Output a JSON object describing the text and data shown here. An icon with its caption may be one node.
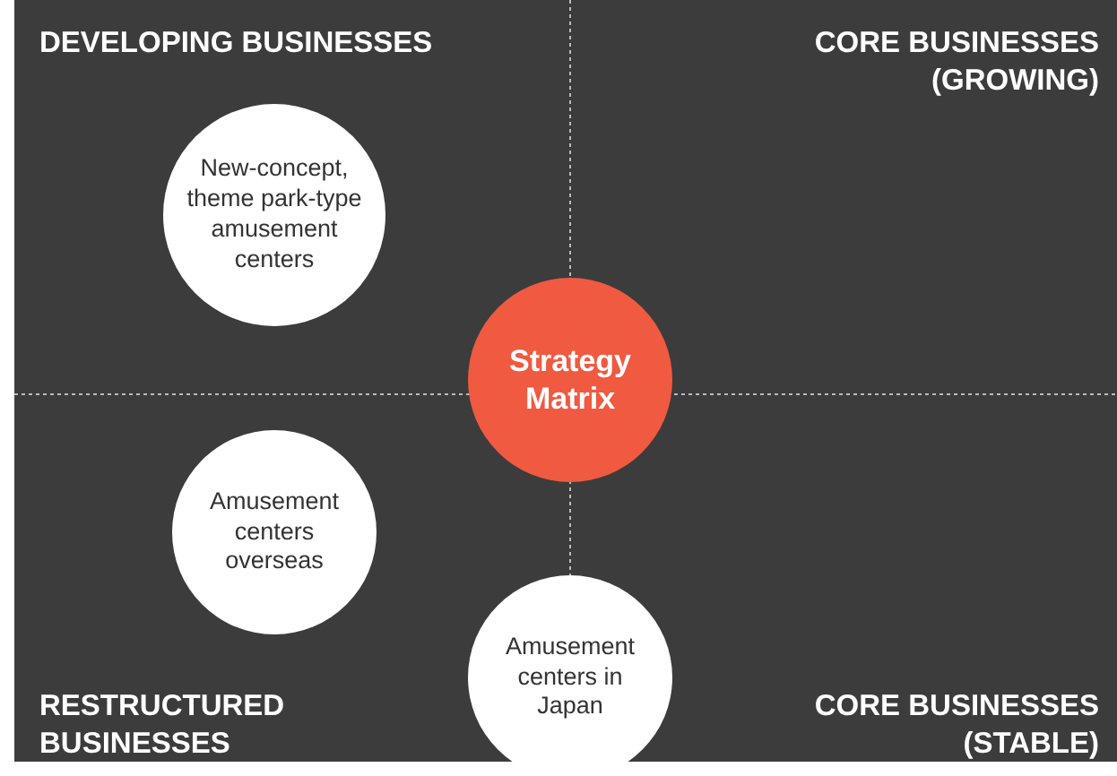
{
  "diagram": {
    "nodes": [
      {
        "text": [
          "New-concept, theme park-type amusement centers"
        ]
      },
      {
        "text": [
          "Strategy Matrix"
        ]
      },
      {
        "text": [
          "Amusement centers overseas"
        ]
      },
      {
        "text": [
          "Amusement centers in Japan"
        ]
      }
    ],
    "labels": [
      "DEVELOPING BUSINESSES",
      "CORE BUSINESSES (GROWING)",
      "RESTRUCTURED BUSINESSES",
      "CORE BUSINESSES (STABLE)"
    ]
  }
}
